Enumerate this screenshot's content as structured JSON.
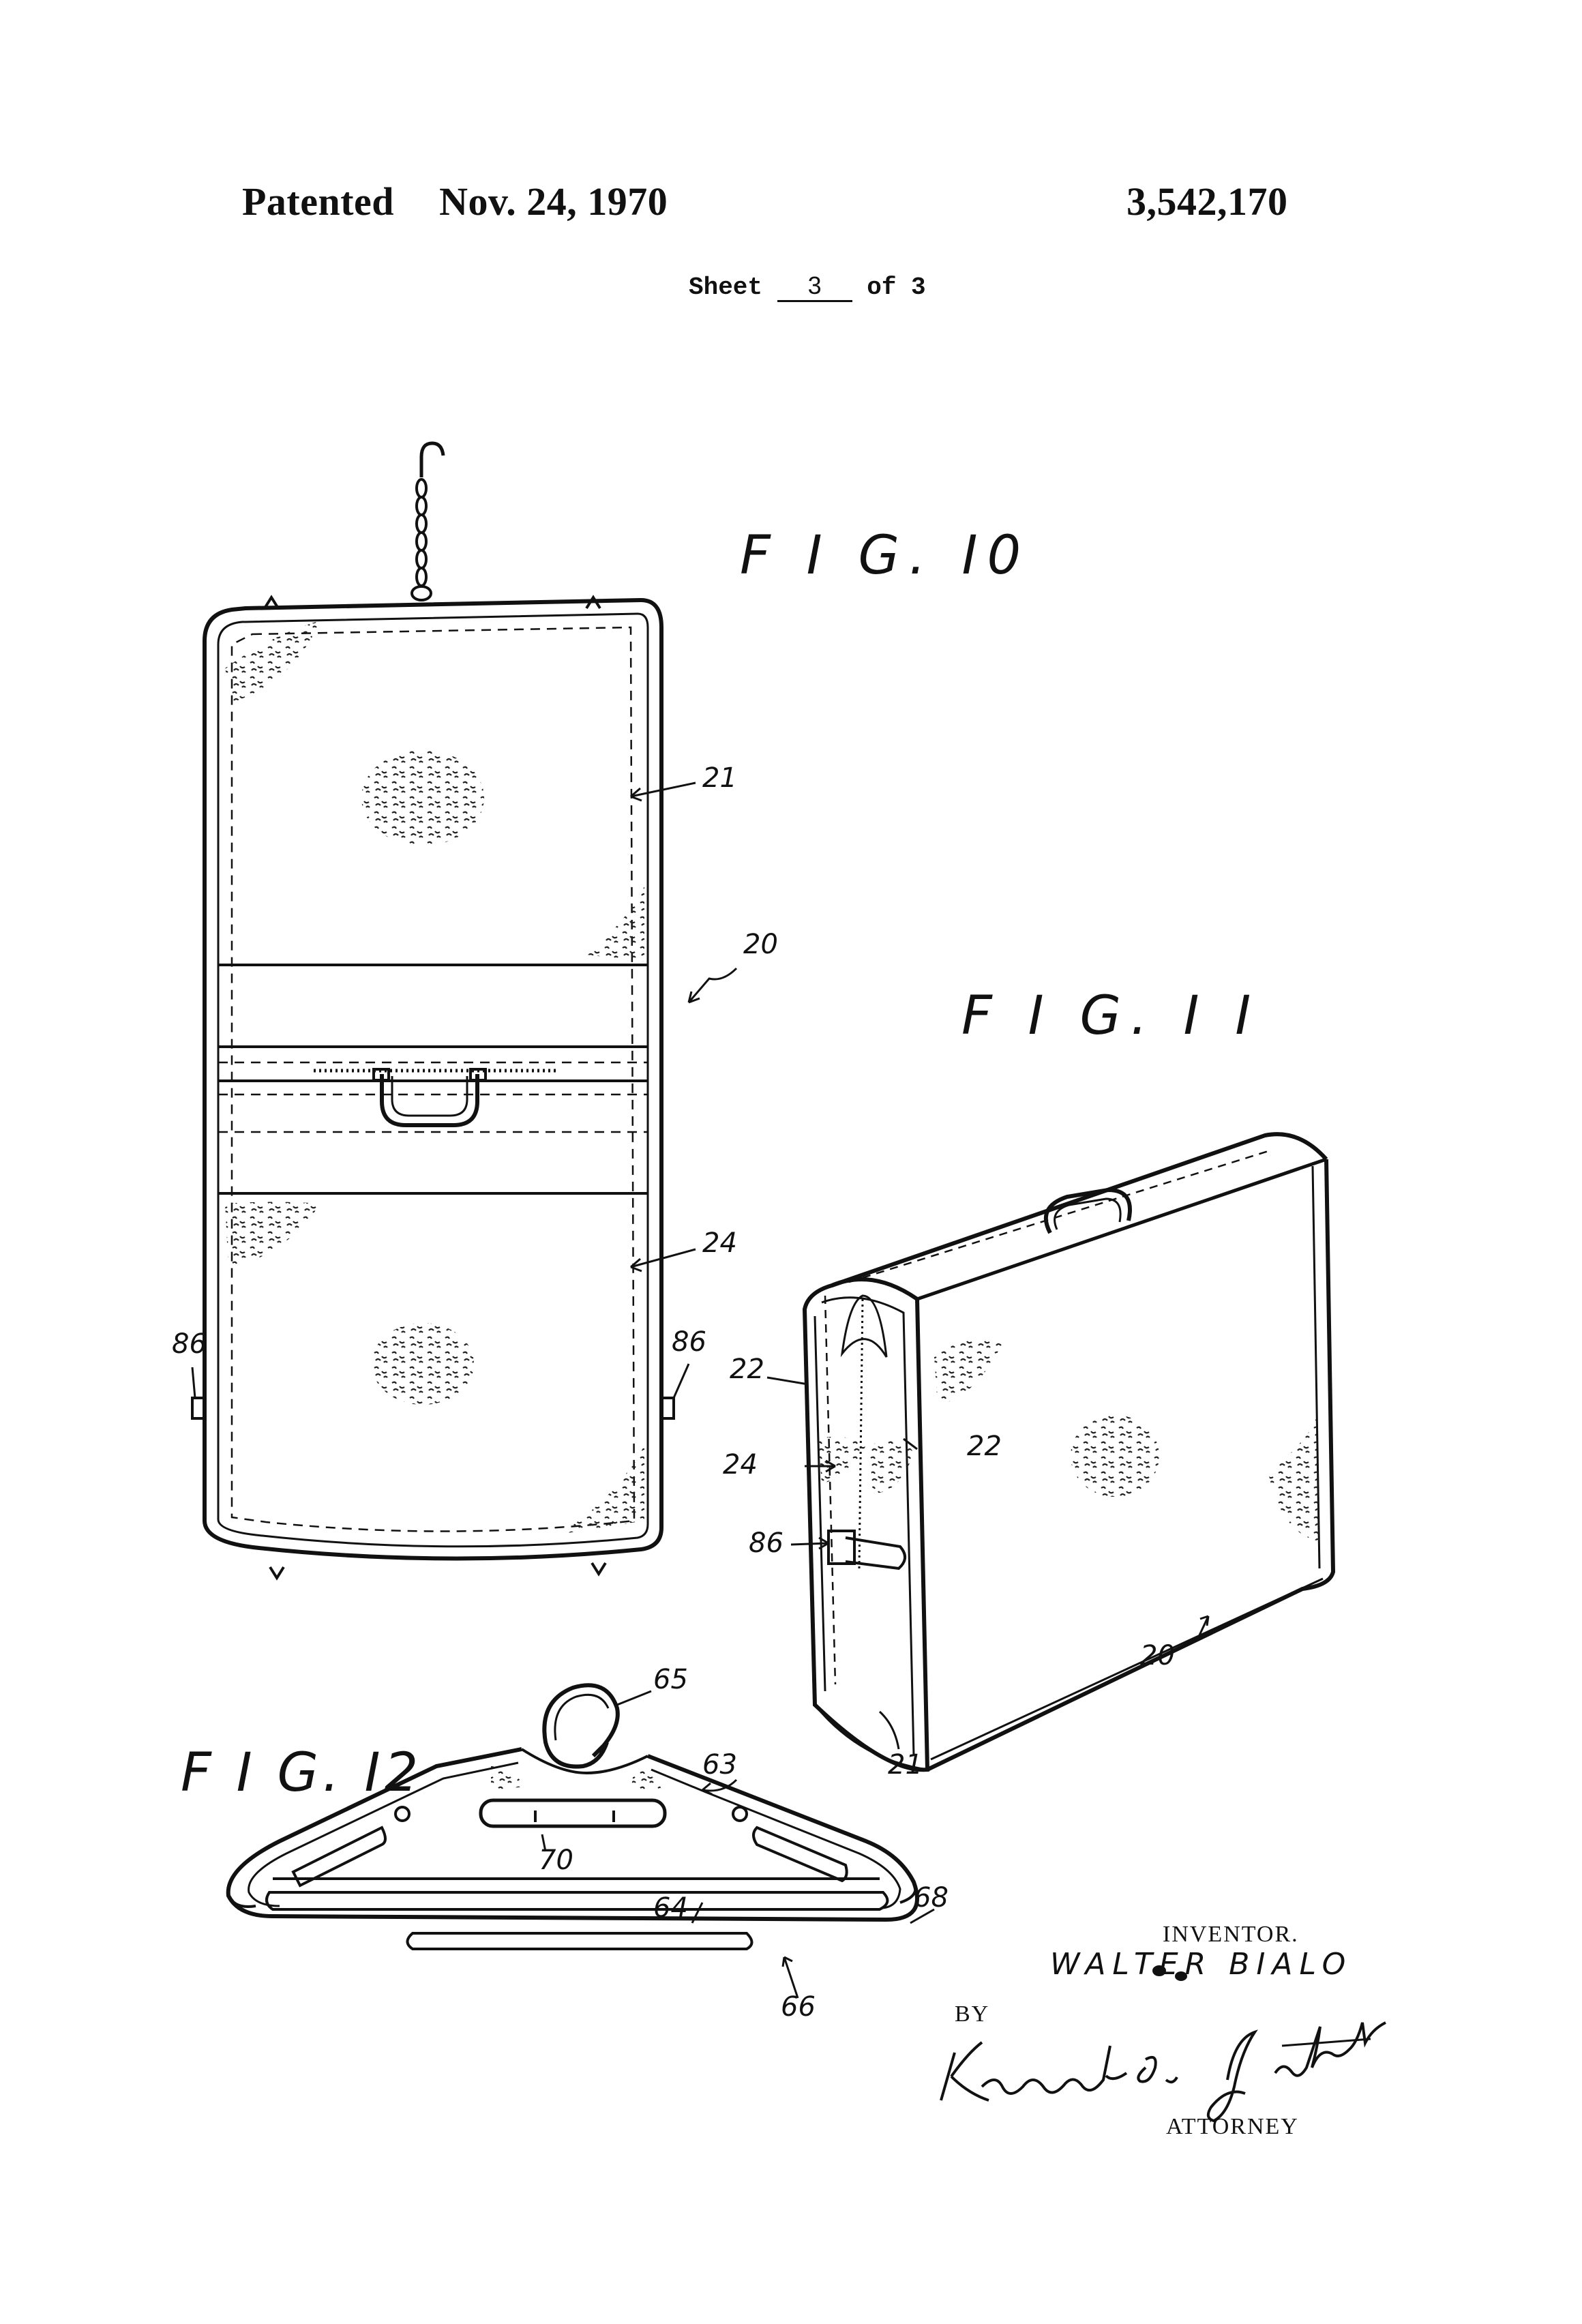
{
  "header": {
    "patented": "Patented",
    "date": "Nov. 24, 1970",
    "patent_number": "3,542,170",
    "sheet_prefix": "Sheet",
    "sheet_number": "3",
    "sheet_suffix": "of 3"
  },
  "figures": {
    "fig10": "F I G. I0",
    "fig11": "F I G. I I",
    "fig12": "F I G. I2"
  },
  "refs": {
    "fig10_21": "21",
    "fig10_20": "20",
    "fig10_24": "24",
    "fig10_86_left": "86",
    "fig10_86_right": "86",
    "fig11_22_left": "22",
    "fig11_22_right": "22",
    "fig11_24": "24",
    "fig11_86": "86",
    "fig11_20": "20",
    "fig11_21": "21",
    "fig12_65": "65",
    "fig12_63": "63",
    "fig12_70": "70",
    "fig12_64": "64",
    "fig12_68": "68",
    "fig12_66": "66"
  },
  "signature": {
    "inventor_label": "INVENTOR.",
    "inventor_name": "WALTER BIALO",
    "by_label": "BY",
    "attorney_label": "ATTORNEY"
  }
}
